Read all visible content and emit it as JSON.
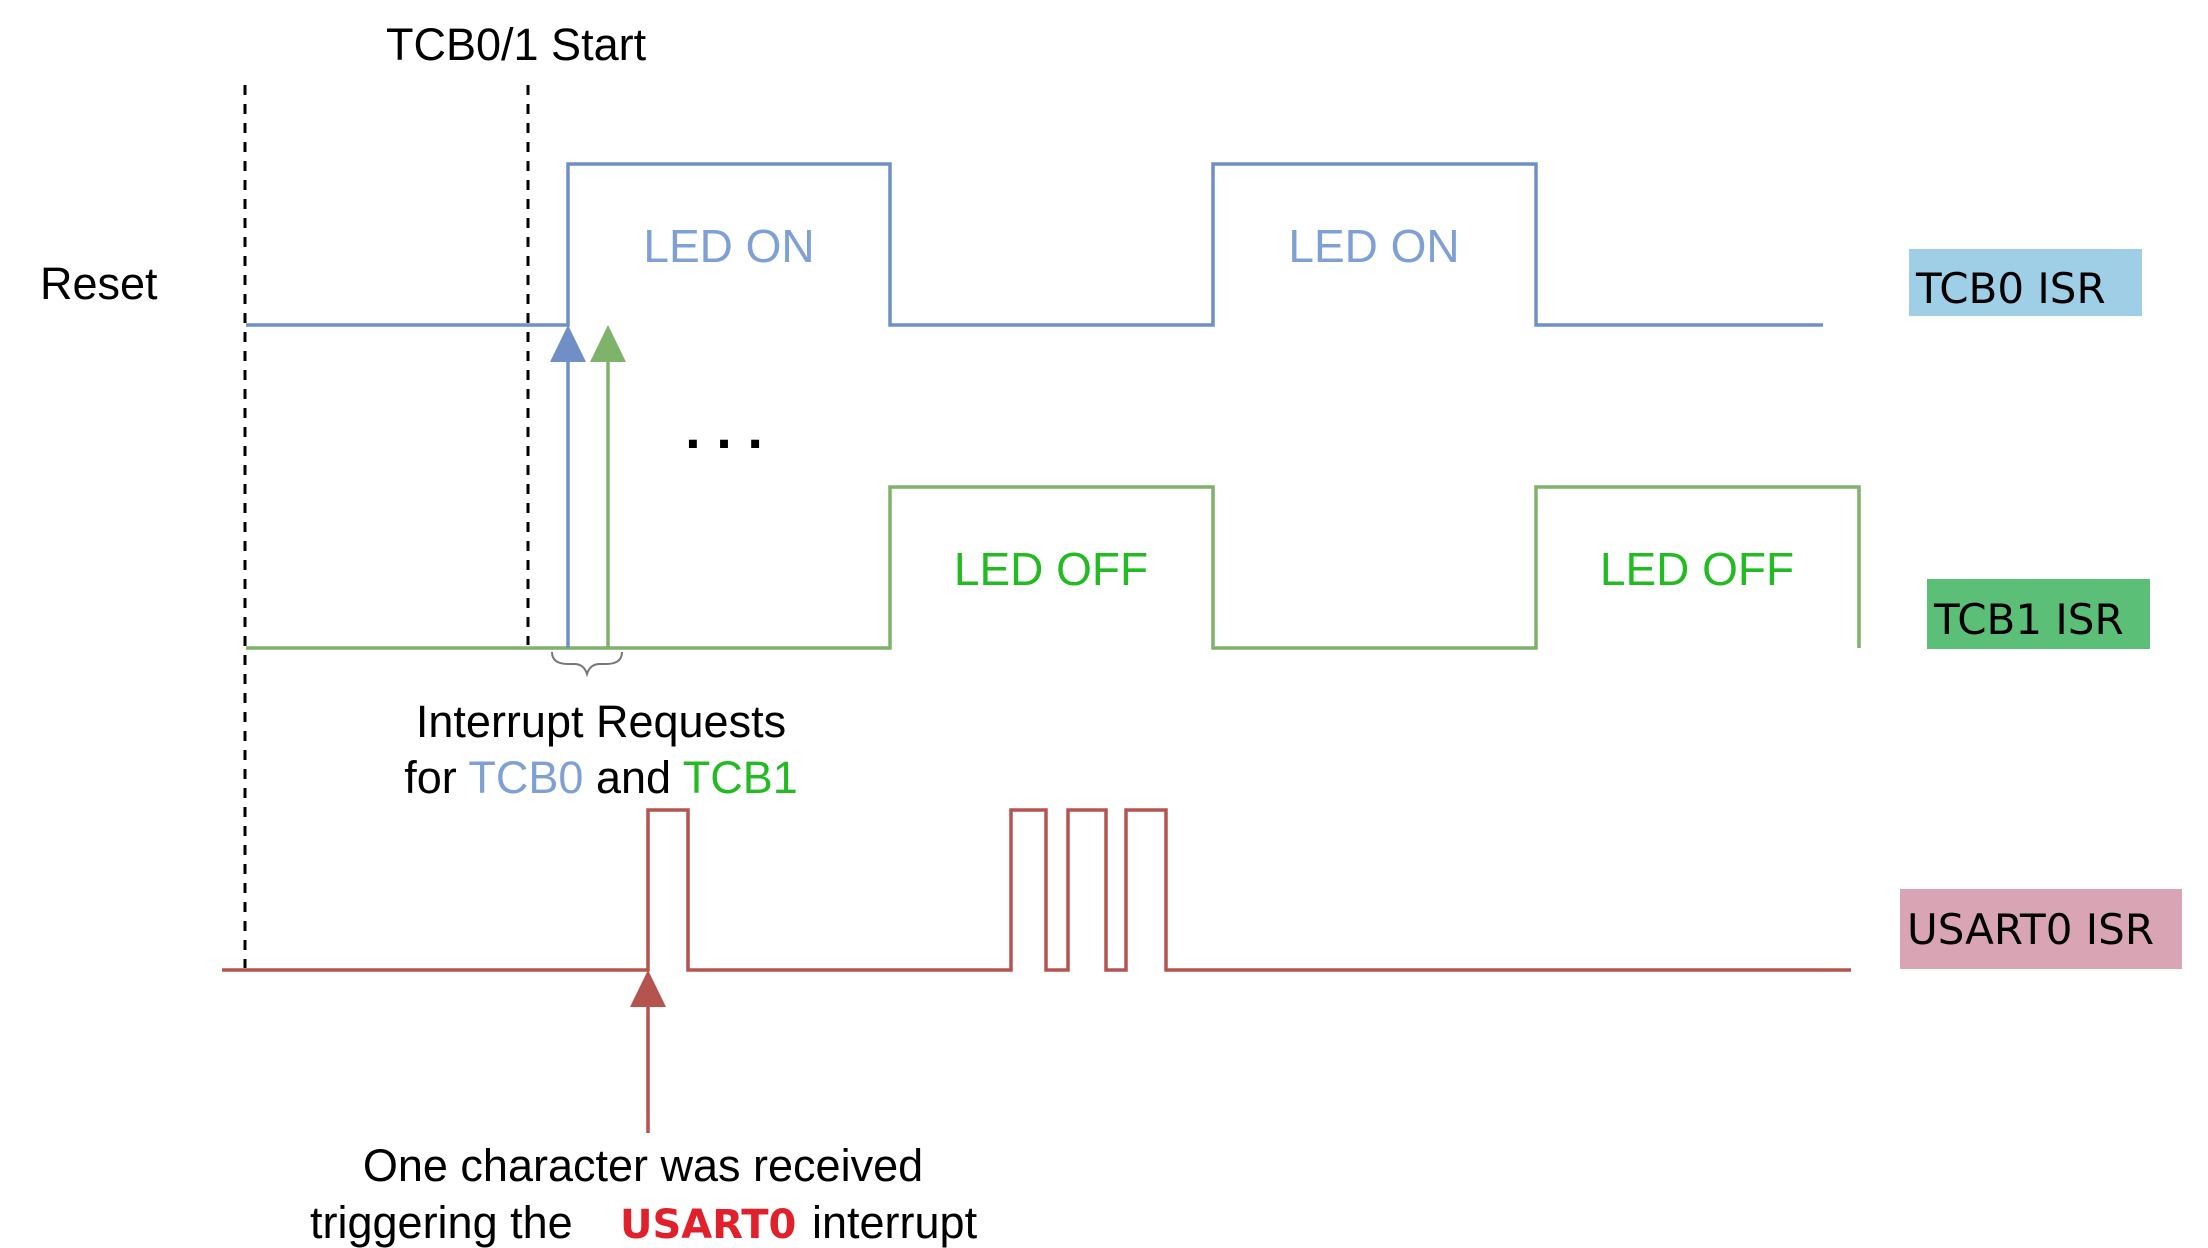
{
  "labels": {
    "reset": "Reset",
    "start": "TCB0/1 Start",
    "led_on_1": "LED ON",
    "led_on_2": "LED ON",
    "led_off_1": "LED OFF",
    "led_off_2": "LED OFF",
    "ellipsis": ". . .",
    "tcb0_isr": "TCB0 ISR",
    "tcb1_isr": "TCB1 ISR",
    "usart0_isr": "USART0 ISR",
    "irq_line1": "Interrupt Requests",
    "irq_for": "for",
    "irq_tcb0": "TCB0",
    "irq_and": "and",
    "irq_tcb1": "TCB1",
    "usart_line1": "One character was received",
    "usart_trig": "triggering the",
    "usart_name": "USART0",
    "usart_int": "interrupt"
  },
  "colors": {
    "tcb0": "#6f8fc6",
    "tcb1": "#7fb26a",
    "tcb1_text": "#22bb22",
    "usart": "#b5534f",
    "usart_text": "#e0202a",
    "tcb0_badge": "#9fcfe6",
    "tcb1_badge": "#5cbf78",
    "usart_badge": "#d9a4b4"
  }
}
